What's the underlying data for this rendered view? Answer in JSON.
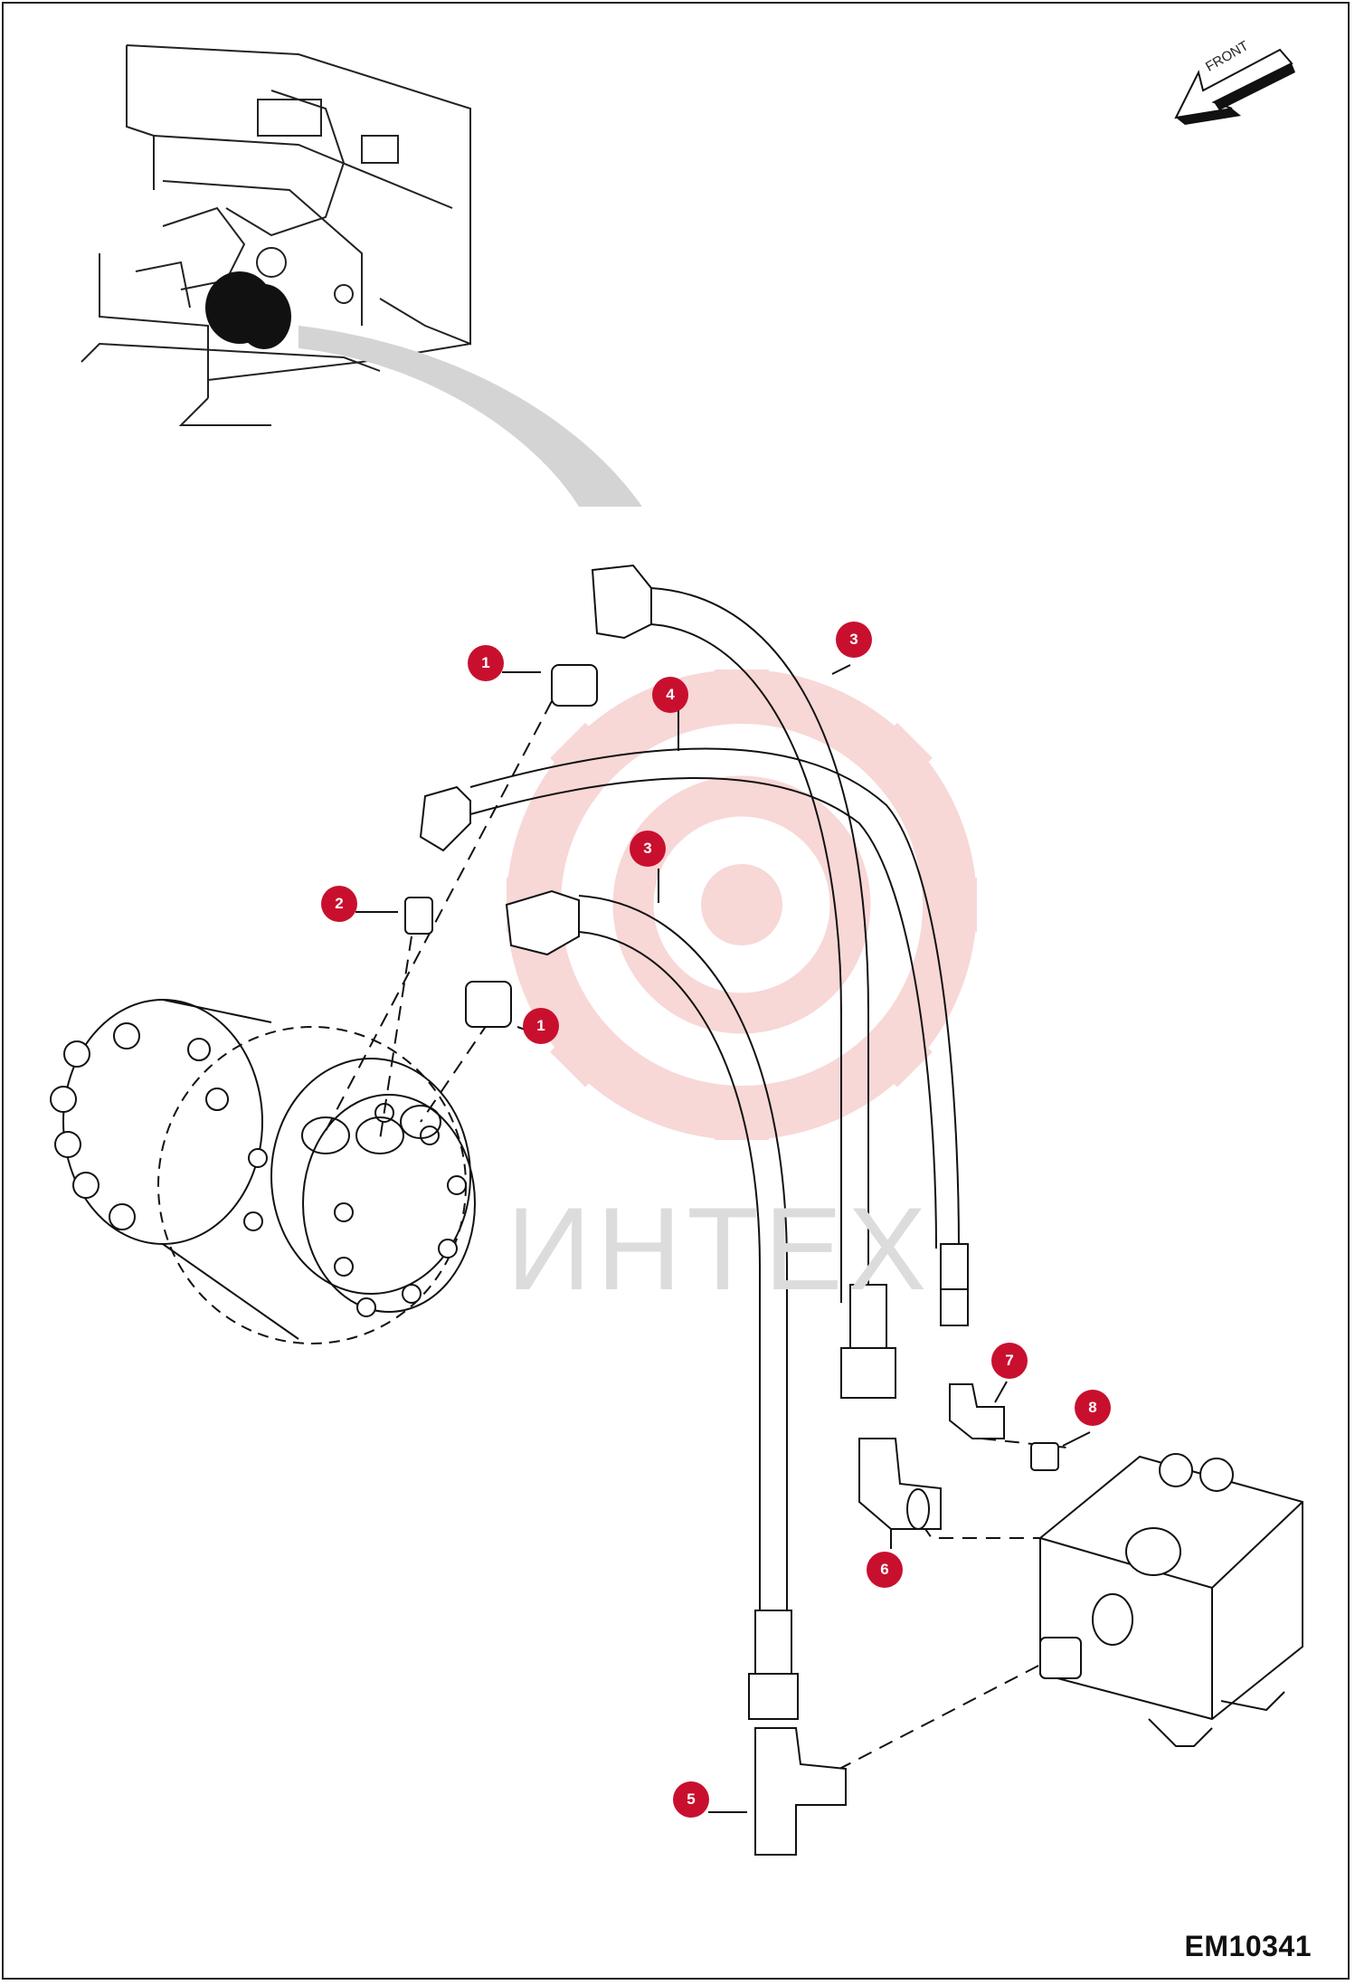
{
  "drawing": {
    "id": "EM10341",
    "front_label": "FRONT",
    "watermark": "ИНТЕХ"
  },
  "colors": {
    "callout": "#c8102e",
    "line": "#111111",
    "watermark": "#f3b8b8",
    "arrow_swoosh": "#d4d4d4"
  },
  "callouts": [
    {
      "number": "1"
    },
    {
      "number": "3"
    },
    {
      "number": "4"
    },
    {
      "number": "3"
    },
    {
      "number": "2"
    },
    {
      "number": "1"
    },
    {
      "number": "7"
    },
    {
      "number": "8"
    },
    {
      "number": "6"
    },
    {
      "number": "5"
    }
  ]
}
